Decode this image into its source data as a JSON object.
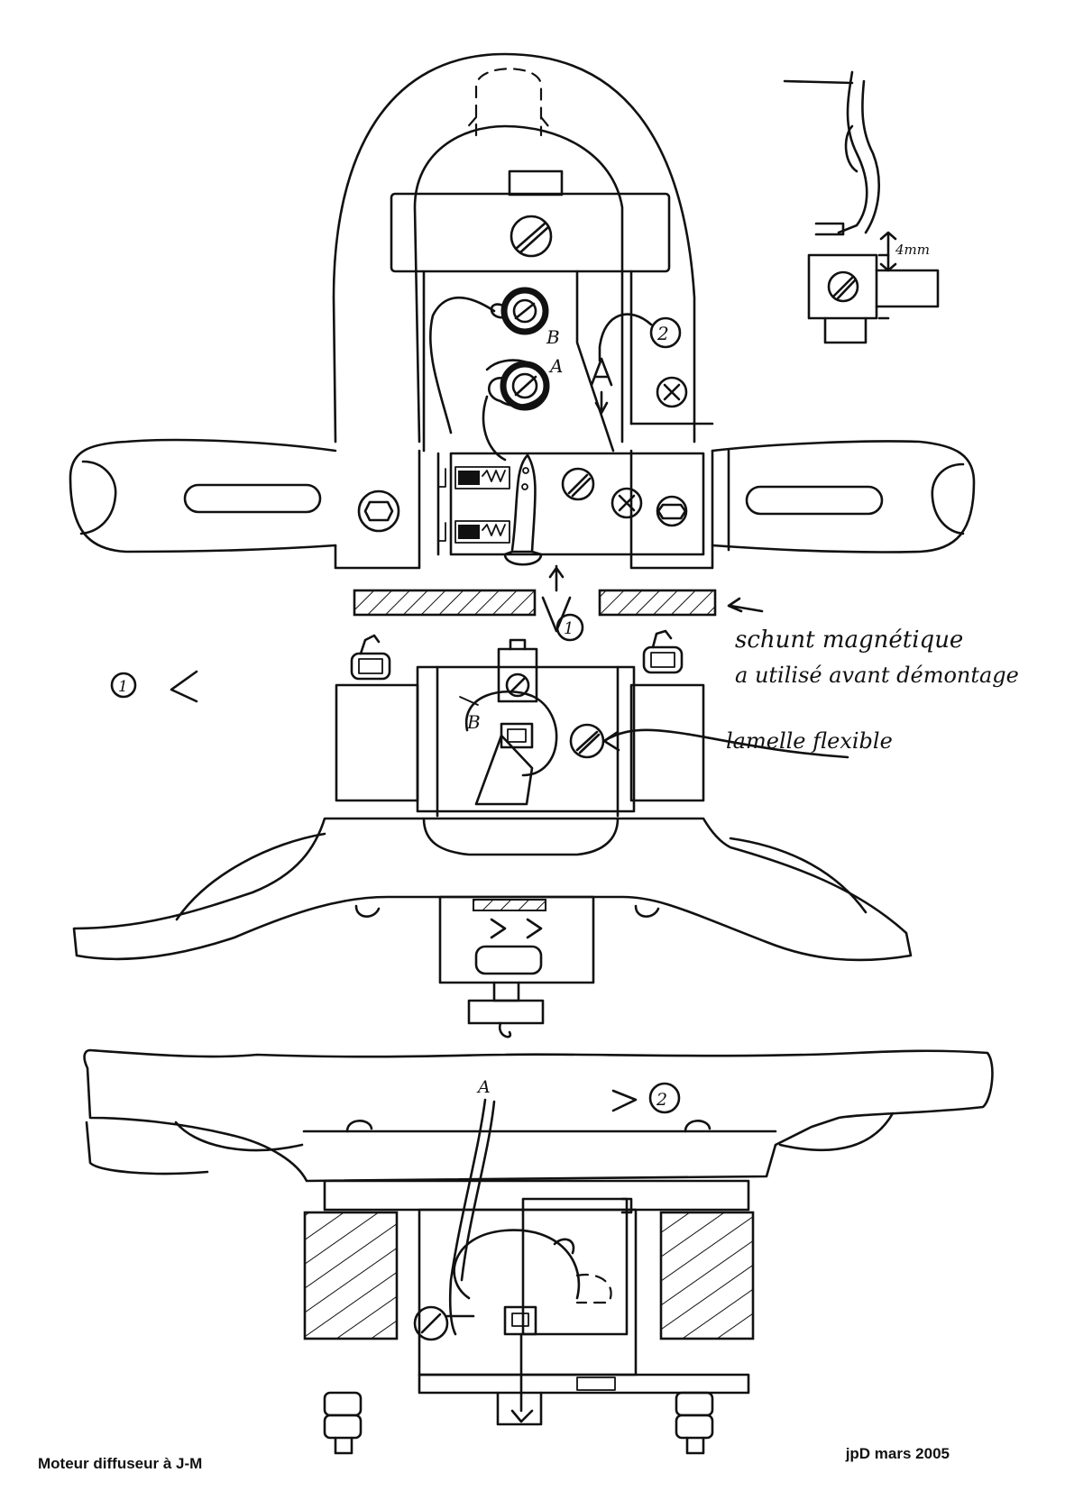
{
  "footer": {
    "title": "Moteur diffuseur à J-M",
    "signature": "jpD mars 2005"
  },
  "annotations": {
    "shunt_line1": "schunt magnétique",
    "shunt_line2": "a utilisé avant démontage",
    "flexible_blade": "lamelle flexible",
    "dimension": "4mm",
    "point_A": "A",
    "point_B": "B",
    "marker_1": "1",
    "marker_2": "2"
  },
  "colors": {
    "ink": "#111111",
    "paper": "#ffffff"
  }
}
